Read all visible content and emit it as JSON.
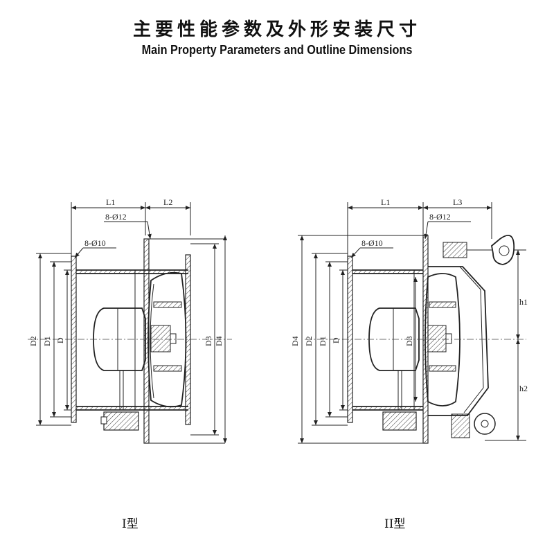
{
  "header": {
    "title_cn": "主要性能参数及外形安装尺寸",
    "title_en": "Main Property Parameters and Outline Dimensions"
  },
  "type1": {
    "caption": "I型",
    "labels": {
      "L1": "L1",
      "L2": "L2",
      "holes_outer": "8-Ø12",
      "holes_inner": "8-Ø10",
      "D2": "D2",
      "D1": "D1",
      "D": "D",
      "D3": "D3",
      "D4": "D4"
    }
  },
  "type2": {
    "caption": "II型",
    "labels": {
      "L1": "L1",
      "L3": "L3",
      "holes_outer": "8-Ø12",
      "holes_inner": "8-Ø10",
      "D4": "D4",
      "D2": "D2",
      "D1": "D1",
      "D": "D",
      "D3": "D3",
      "h1": "h1",
      "h2": "h2"
    }
  }
}
